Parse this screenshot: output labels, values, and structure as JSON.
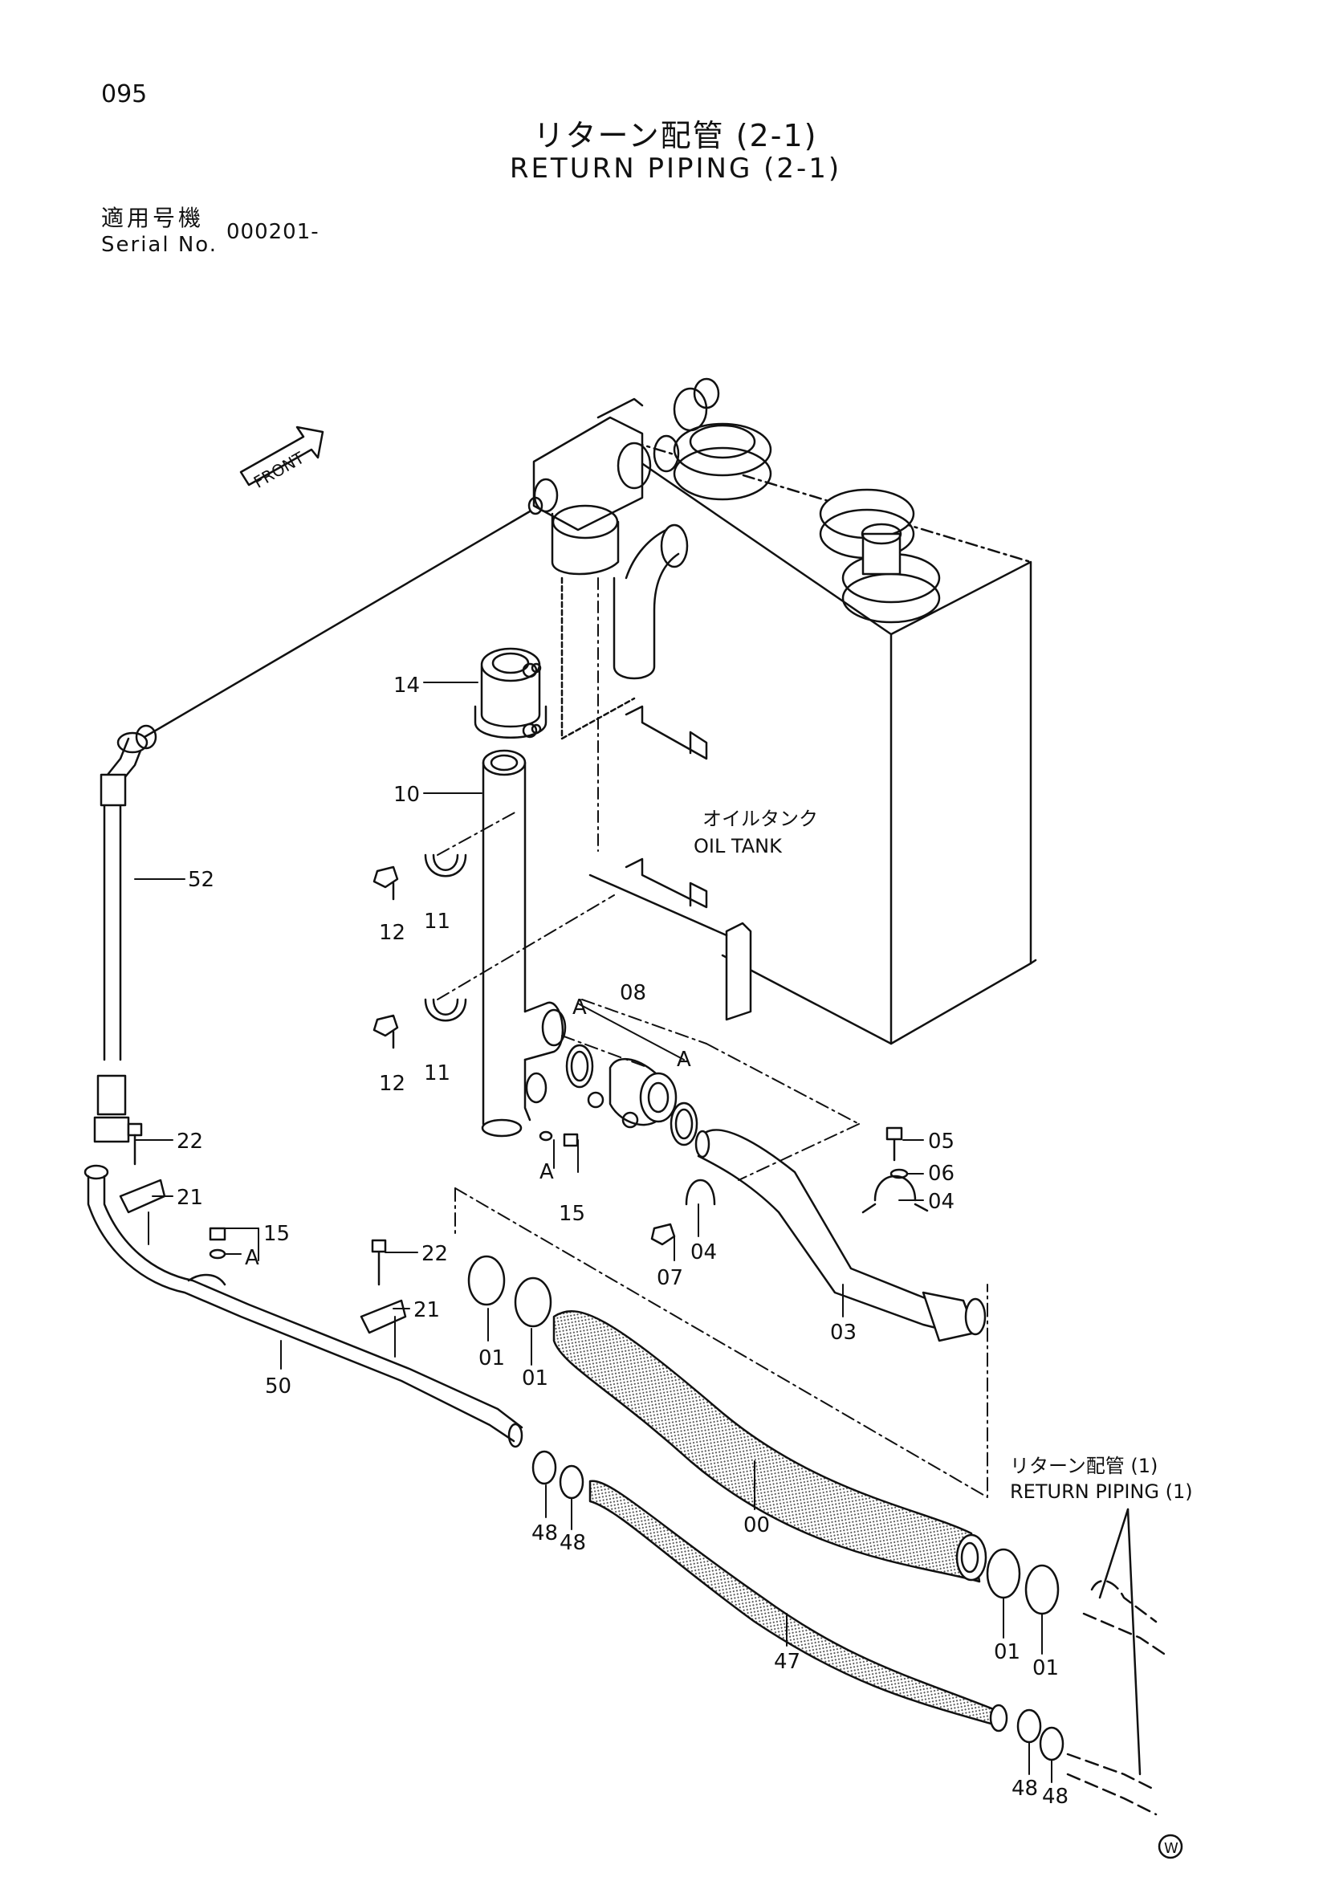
{
  "header": {
    "page_number": "095",
    "title_jp": "リターン配管 (2-1)",
    "title_en": "RETURN PIPING (2-1)",
    "serial_label_jp": "適用号機",
    "serial_label_en": "Serial No.",
    "serial_value": "000201-"
  },
  "front_label": "FRONT",
  "oil_tank": {
    "jp": "オイルタンク",
    "en": "OIL TANK"
  },
  "ref": {
    "jp": "リターン配管 (1)",
    "en": "RETURN PIPING (1)"
  },
  "parts": {
    "p14": "14",
    "p10": "10",
    "p52": "52",
    "p12a": "12",
    "p11a": "11",
    "p12b": "12",
    "p11b": "11",
    "p08": "08",
    "pAa": "A",
    "pAb": "A",
    "pAc": "A",
    "pAd": "A",
    "p15a": "15",
    "p15b": "15",
    "p22a": "22",
    "p21a": "21",
    "p22b": "22",
    "p21b": "21",
    "p05": "05",
    "p06": "06",
    "p04a": "04",
    "p04b": "04",
    "p07": "07",
    "p03": "03",
    "p01a": "01",
    "p01b": "01",
    "p01c": "01",
    "p01d": "01",
    "p50": "50",
    "p00": "00",
    "p48a": "48",
    "p48b": "48",
    "p48c": "48",
    "p48d": "48",
    "p47": "47"
  },
  "footer_mark": "W"
}
